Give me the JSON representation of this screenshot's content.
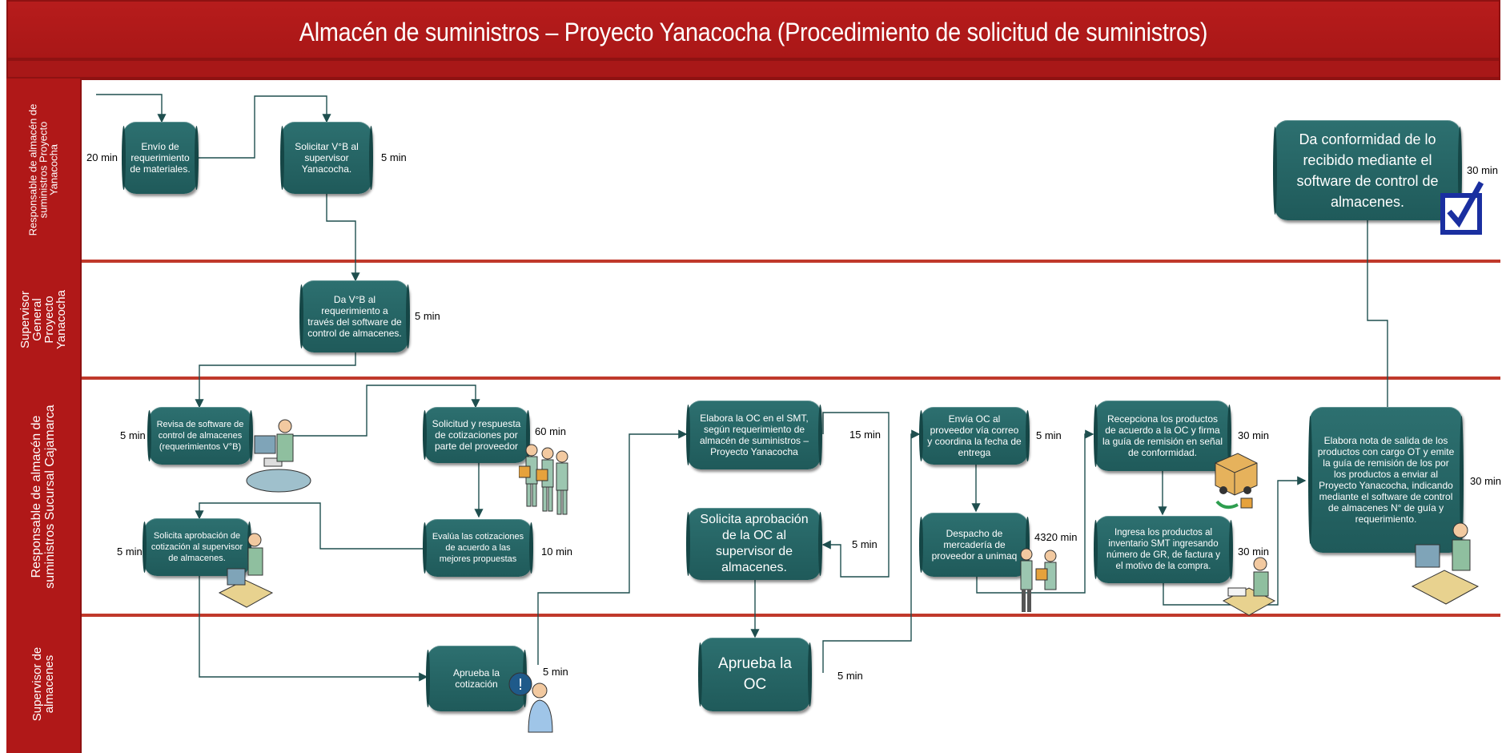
{
  "title": "Almacén de suministros – Proyecto Yanacocha (Procedimiento de solicitud de suministros)",
  "lanes": [
    {
      "label": "Responsable de almacén de suministros Proyecto Yanacocha"
    },
    {
      "label": "Supervisor General Proyecto Yanacocha"
    },
    {
      "label": "Responsable de almacén de suministros Sucursal Cajamarca"
    },
    {
      "label": "Supervisor de almacenes"
    }
  ],
  "lane_lines": [
    [
      "Responsable de almacén de",
      "suministros Proyecto",
      "Yanacocha"
    ],
    [
      "Supervisor",
      "General",
      "Proyecto",
      "Yanacocha"
    ],
    [
      "Responsable de almacén de",
      "suministros Sucursal Cajamarca"
    ],
    [
      "Supervisor de",
      "almacenes"
    ]
  ],
  "steps": {
    "envio": {
      "text": "Envío de requerimiento de materiales.",
      "time": "20 min"
    },
    "solicitar_vb": {
      "text": "Solicitar V°B al supervisor Yanacocha.",
      "time": "5 min"
    },
    "conformidad": {
      "text": "Da conformidad de lo recibido mediante el software de control de almacenes.",
      "time": "30 min"
    },
    "da_vb": {
      "text": "Da V°B al requerimiento a través del software de control de almacenes.",
      "time": "5 min"
    },
    "revisa": {
      "text": "Revisa de software de control de almacenes (requerimientos V°B)",
      "time": "5 min"
    },
    "solicitud_cot": {
      "text": "Solicitud y respuesta de cotizaciones por parte del proveedor",
      "time": "60 min"
    },
    "evalua": {
      "text": "Evalúa las cotizaciones de acuerdo a las mejores propuestas",
      "time": "10 min"
    },
    "solicita_aprob_cot": {
      "text": "Solicita aprobación de cotización al supervisor de almacenes.",
      "time": "5 min"
    },
    "elabora_oc": {
      "text": "Elabora la OC en el SMT, según requerimiento de almacén de suministros – Proyecto Yanacocha",
      "time": "15 min"
    },
    "solicita_aprob_oc": {
      "text": "Solicita aprobación de la OC al supervisor de almacenes.",
      "time": "5 min"
    },
    "envia_oc": {
      "text": "Envía OC al proveedor vía correo y coordina la fecha de entrega",
      "time": "5 min"
    },
    "despacho": {
      "text": "Despacho de mercadería de proveedor a unimaq",
      "time": "4320 min"
    },
    "recepciona": {
      "text": "Recepciona los productos de acuerdo a la OC y firma la guía de remisión en señal de conformidad.",
      "time": "30 min"
    },
    "ingresa": {
      "text": "Ingresa los productos al inventario SMT ingresando número de GR, de factura y el motivo de la compra.",
      "time": "30 min"
    },
    "elabora_nota": {
      "text": "Elabora nota de salida de los productos con cargo OT y emite la guía de remisión de los por los productos a enviar al Proyecto Yanacocha, indicando mediante el software de control de almacenes N° de guía y requerimiento.",
      "time": "30 min"
    },
    "aprueba_cot": {
      "text": "Aprueba la cotización",
      "time": "5 min"
    },
    "aprueba_oc": {
      "text": "Aprueba la OC",
      "time": "5 min"
    }
  },
  "colors": {
    "title_red": "#b01818",
    "box_teal": "#1f5a5a",
    "lane_line": "#c0392b",
    "check_blue": "#1a2fa0"
  },
  "icons": [
    "person-at-computer-icon",
    "people-with-boxes-icon",
    "person-headset-icon",
    "delivery-truck-icon",
    "person-with-box-icon",
    "person-with-documents-icon",
    "person-question-icon",
    "checkbox-check-icon"
  ]
}
